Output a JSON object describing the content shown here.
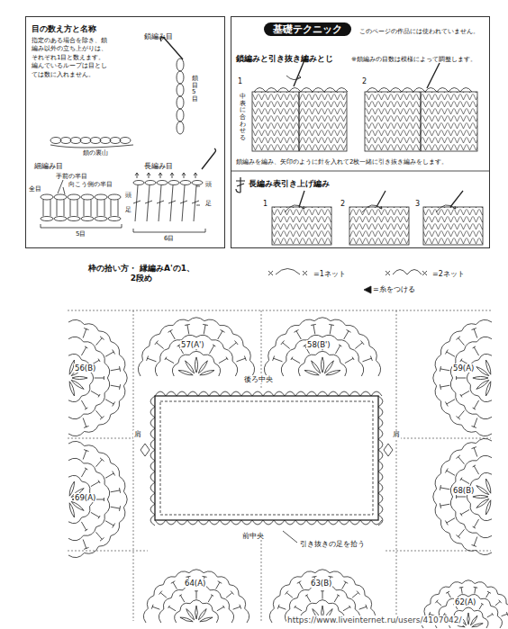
{
  "diagram": {
    "title": "枠の拾い方・ 縁編みA'の1、2段め",
    "nodes": [
      {
        "text": [
          "目の数え方と名称",
          "指定のある場合を除き、鎖編み以外の立ち上がりは、それぞれ1目と数えます。編んでいるループは目としては数に入れません。"
        ]
      },
      {
        "text": [
          "基礎テクニック",
          "このページの作品には使われていません。"
        ]
      }
    ],
    "edges": [],
    "labels": [
      "鎖編み目",
      "鎖目5目",
      "鎖の裏山",
      "細編み目",
      "手前の半目",
      "向こう側の半目",
      "全目",
      "頭",
      "足",
      "5目",
      "長編み目",
      "6目",
      "鎖編みと引き抜き編みとじ",
      "※鎖編みの目数は模様によって調整します。",
      "1",
      "2",
      "中表に合わせる",
      "鎖編みを編み、矢印のように針を入れて2枚一緒に引き抜き編みをします。",
      "長編み表引き上げ編み",
      "1",
      "2",
      "3",
      "57(A')",
      "58(B')",
      "56(B)",
      "59(A)",
      "69(A)",
      "68(B)",
      "64(A)",
      "63(B)",
      "62(A)",
      "後ろ中央",
      "肩",
      "肩",
      "前中央",
      "引き抜きの足を拾う",
      "https://www.liveinternet.ru/users/4107042/",
      "頭",
      "足"
    ],
    "legend": [
      {
        "text": "=1ネット"
      },
      {
        "text": "=2ネット"
      },
      {
        "text": "=糸をつける"
      }
    ]
  }
}
